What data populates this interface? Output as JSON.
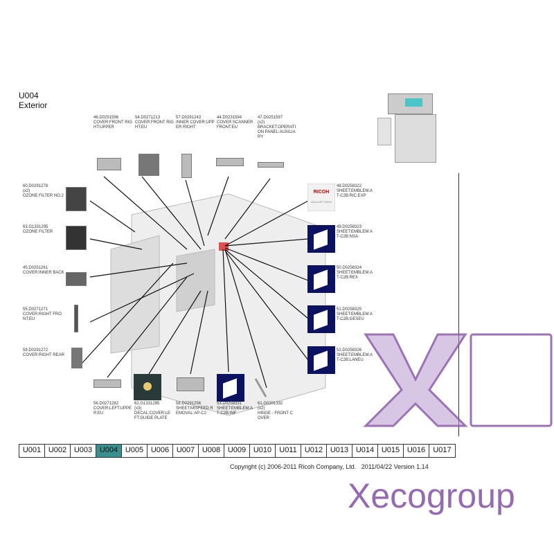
{
  "page": {
    "code": "U004",
    "title": "Exterior"
  },
  "parts_top": [
    {
      "num": "46.D0251596",
      "name": "COVER:FRONT RIGHT:UPPER"
    },
    {
      "num": "54.D0271213",
      "name": "COVER:FRONT RIGHT:EU"
    },
    {
      "num": "57.D0291243",
      "name": "INNER COVER:UPPER RIGHT"
    },
    {
      "num": "44.D0231594",
      "name": "COVER:SCANNER FRONT:EU"
    },
    {
      "num": "47.D0251597",
      "qty": "(x2)",
      "name": "BRACKET:OPERATION PANEL:AUXILIARY"
    }
  ],
  "parts_left": [
    {
      "num": "60.D0291278",
      "qty": "(x2)",
      "name": "OZONE FILTER NO.2"
    },
    {
      "num": "63.G1331295",
      "name": "OZONE FILTER"
    },
    {
      "num": "45.D0251261",
      "name": "COVER:INNER BACK"
    },
    {
      "num": "55.D0271271",
      "name": "COVER:RIGHT FRONT:EU"
    },
    {
      "num": "59.D0291272",
      "name": "COVER:RIGHT REAR"
    }
  ],
  "parts_right": [
    {
      "num": "48.D0258322",
      "name": "SHEET:EMBLEM:AT-C2B:RIC:EXP",
      "brand": "RICOH",
      "model": "Aficio MP C3000"
    },
    {
      "num": "49.D0258323",
      "name": "SHEET:EMBLEM:AT-C2B:NSA"
    },
    {
      "num": "50.D0258324",
      "name": "SHEET:EMBLEM:AT-C2B:REX"
    },
    {
      "num": "51.D0258325",
      "name": "SHEET:EMBLEM:AT-C2B:GESEU"
    },
    {
      "num": "52.D0258326",
      "name": "SHEET:EMBLEM:AT-C2B:LANEU"
    }
  ],
  "parts_bottom": [
    {
      "num": "56.D0271282",
      "name": "COVER:LEFT:UPPER:EU"
    },
    {
      "num": "62.G1331285",
      "qty": "(x3)",
      "name": "DECAL:COVER:LEFT:GUIDE PLATE"
    },
    {
      "num": "58.D0291256",
      "name": "SHEET:MISFEED REMOVAL:AP-C2"
    },
    {
      "num": "53.D0258331",
      "name": "SHEET:EMBLEM:AT-C2B:INF"
    },
    {
      "num": "61.G0201332",
      "qty": "(x2)",
      "name": "HINGE - FRONT COVER"
    }
  ],
  "tabs": [
    "U001",
    "U002",
    "U003",
    "U004",
    "U005",
    "U006",
    "U007",
    "U008",
    "U009",
    "U010",
    "U011",
    "U012",
    "U013",
    "U014",
    "U015",
    "U016",
    "U017"
  ],
  "active_tab": "U004",
  "footer": {
    "copyright": "Copyright (c) 2006-2011 Ricoh Company, Ltd.",
    "version": "2011/04/22 Version 1.14"
  },
  "watermark": {
    "text": "Xecogroup",
    "color": "#8a5aa8"
  }
}
